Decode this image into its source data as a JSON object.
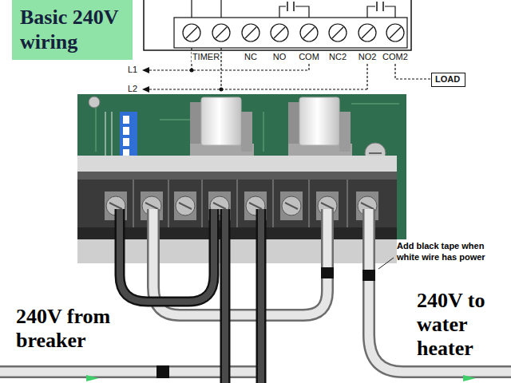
{
  "diagram": {
    "nodes": [
      {
        "text": [
          "Basic 240V wiring"
        ]
      },
      {
        "text": [
          "LOAD"
        ]
      }
    ],
    "labels": [
      "TIMER",
      "NC",
      "NO",
      "COM",
      "NC2",
      "NO2",
      "COM2",
      "L1",
      "L2",
      "Add black tape when white wire has power",
      "240V from breaker",
      "240V to water heater"
    ]
  }
}
